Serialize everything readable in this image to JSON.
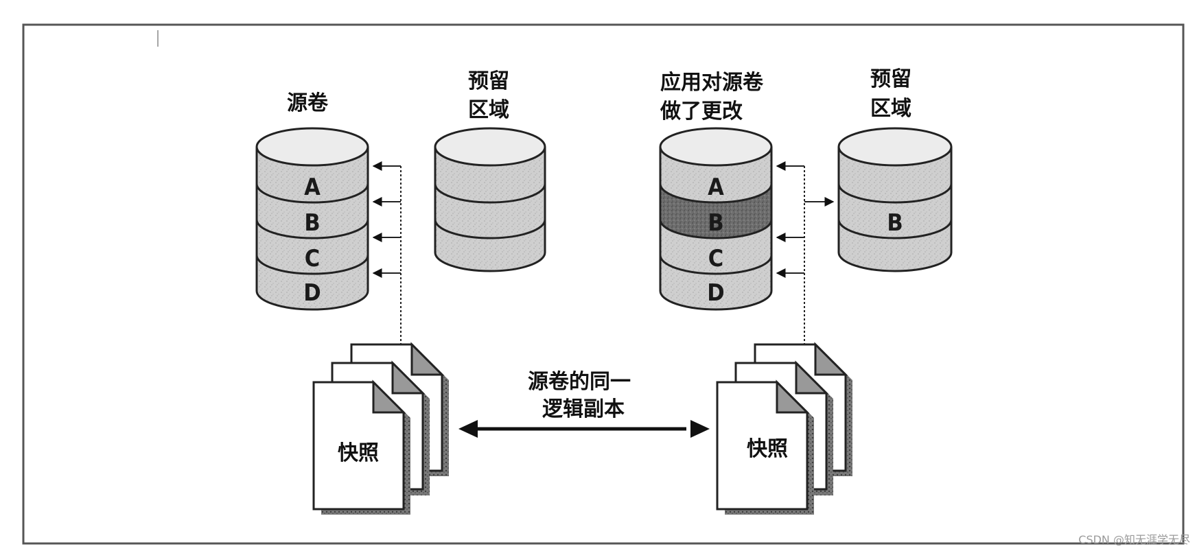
{
  "labels": {
    "source_volume": "源卷",
    "reserved_area_left_line1": "预留",
    "reserved_area_left_line2": "区域",
    "modified_line1": "应用对源卷",
    "modified_line2": "做了更改",
    "reserved_area_right_line1": "预留",
    "reserved_area_right_line2": "区域",
    "snapshot_left": "快照",
    "snapshot_right": "快照",
    "copy_line1": "源卷的同一",
    "copy_line2": "逻辑副本"
  },
  "left_source_segments": [
    "A",
    "B",
    "C",
    "D"
  ],
  "right_source_segments": [
    "A",
    "B",
    "C",
    "D"
  ],
  "right_reserved_segments": [
    "",
    "B",
    ""
  ],
  "modified_segment": "B",
  "watermark": "CSDN @知无涯学无尽",
  "colors": {
    "cylinder_fill": "#cfcfcf",
    "modified_fill": "#6e6e6e",
    "outline": "#222222",
    "frame": "#555555"
  }
}
